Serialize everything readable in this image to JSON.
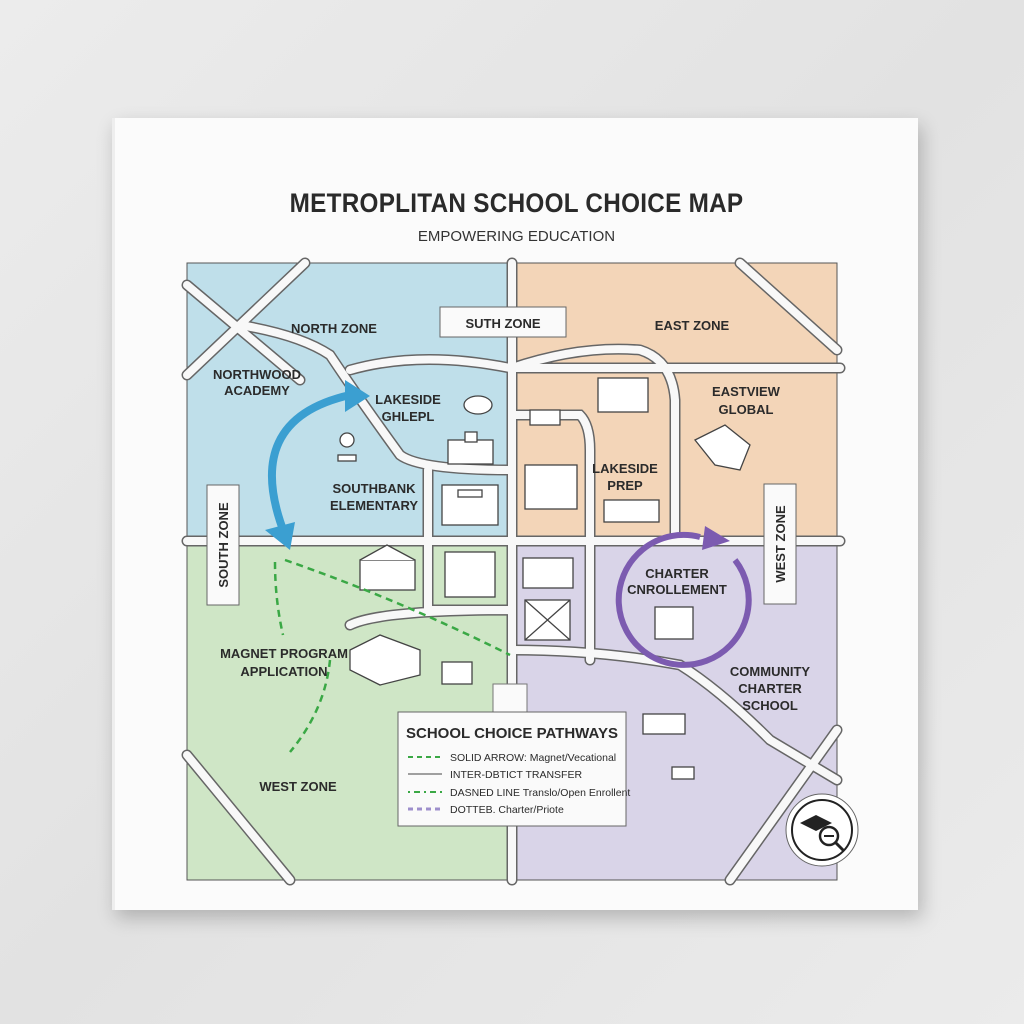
{
  "title": "METROPLITAN SCHOOL CHOICE MAP",
  "subtitle": "EMPOWERING EDUCATION",
  "zones": {
    "north": "NORTH ZONE",
    "south_top": "SUTH ZONE",
    "east": "EAST ZONE",
    "south_side": "SOUTH ZONE",
    "west_side": "WEST ZONE",
    "west": "WEST ZONE"
  },
  "schools": {
    "northwood": [
      "NORTHWOOD",
      "ACADEMY"
    ],
    "lakeside_school": [
      "LAKESIDE",
      "GHLEPL"
    ],
    "southbank": [
      "SOUTHBANK",
      "ELEMENTARY"
    ],
    "lakeside_prep": [
      "LAKESIDE",
      "PREP"
    ],
    "eastview": [
      "EASTVIEW",
      "GLOBAL"
    ],
    "charter_enrollment": [
      "CHARTER",
      "CNROLLEMENT"
    ],
    "community_charter": [
      "COMMUNITY",
      "CHARTER",
      "SCHOOL"
    ],
    "magnet": [
      "MAGNET PROGRAM",
      "APPLICATION"
    ]
  },
  "legend": {
    "title": "SCHOOL CHOICE PATHWAYS",
    "items": [
      {
        "style": "dashed-green",
        "label": "SOLID ARROW: Magnet/Vecational"
      },
      {
        "style": "solid-gray",
        "label": "INTER-DBTICT TRANSFER"
      },
      {
        "style": "dash-dot-green",
        "label": "DASNED LINE Translo/Open Enrollent"
      },
      {
        "style": "dotted-purple",
        "label": "DOTTEB. Charter/Priote"
      }
    ]
  },
  "colors": {
    "north": "#bfdfea",
    "east": "#f3d5b8",
    "west": "#cfe6c6",
    "charter": "#d9d4e8",
    "blue_arrow": "#3b9fd1",
    "green_path": "#3aa845",
    "purple_path": "#7c5bb0"
  },
  "badge_icon": "graduation-cap-search-icon"
}
